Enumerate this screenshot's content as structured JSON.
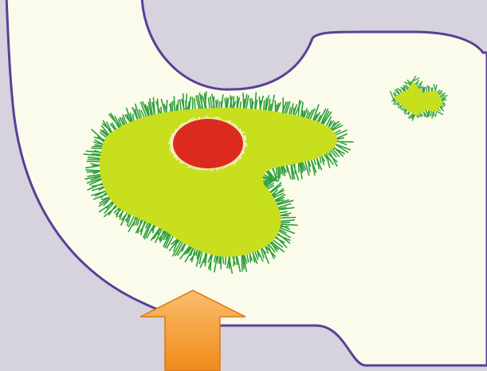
{
  "diagram": {
    "colors": {
      "background": "#d6d2de",
      "region_fill": "#fafbea",
      "outline": "#5a3f97",
      "patch_fill": "#c8df1d",
      "patch_fringe": "#2e9f3a",
      "core_fill": "#dd2a1f",
      "core_edge": "#f7f2d8",
      "arrow_top": "#fbbd6c",
      "arrow_bottom": "#f08a1a",
      "arrow_edge": "#d9771a"
    },
    "elements": [
      {
        "name": "background-region",
        "kind": "shape",
        "description_visible": false
      },
      {
        "name": "cream-region",
        "kind": "shape"
      },
      {
        "name": "large-green-patch",
        "kind": "shape"
      },
      {
        "name": "red-core",
        "kind": "shape"
      },
      {
        "name": "small-green-patch",
        "kind": "shape"
      },
      {
        "name": "orange-arrow",
        "kind": "pointer",
        "direction": "up"
      }
    ]
  }
}
